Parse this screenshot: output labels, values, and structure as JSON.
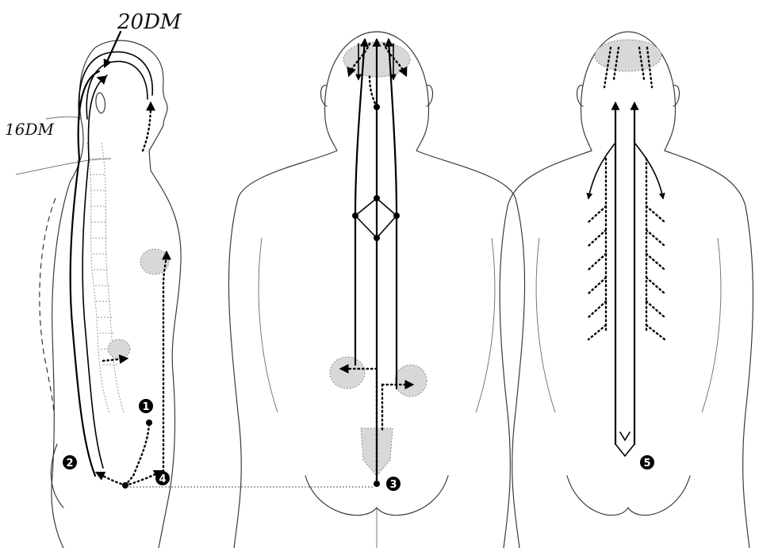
{
  "annotations": {
    "handwritten_top": "20DM",
    "handwritten_left": "16DM"
  },
  "markers": [
    {
      "label": "1"
    },
    {
      "label": "2"
    },
    {
      "label": "3"
    },
    {
      "label": "4"
    },
    {
      "label": "5"
    }
  ]
}
